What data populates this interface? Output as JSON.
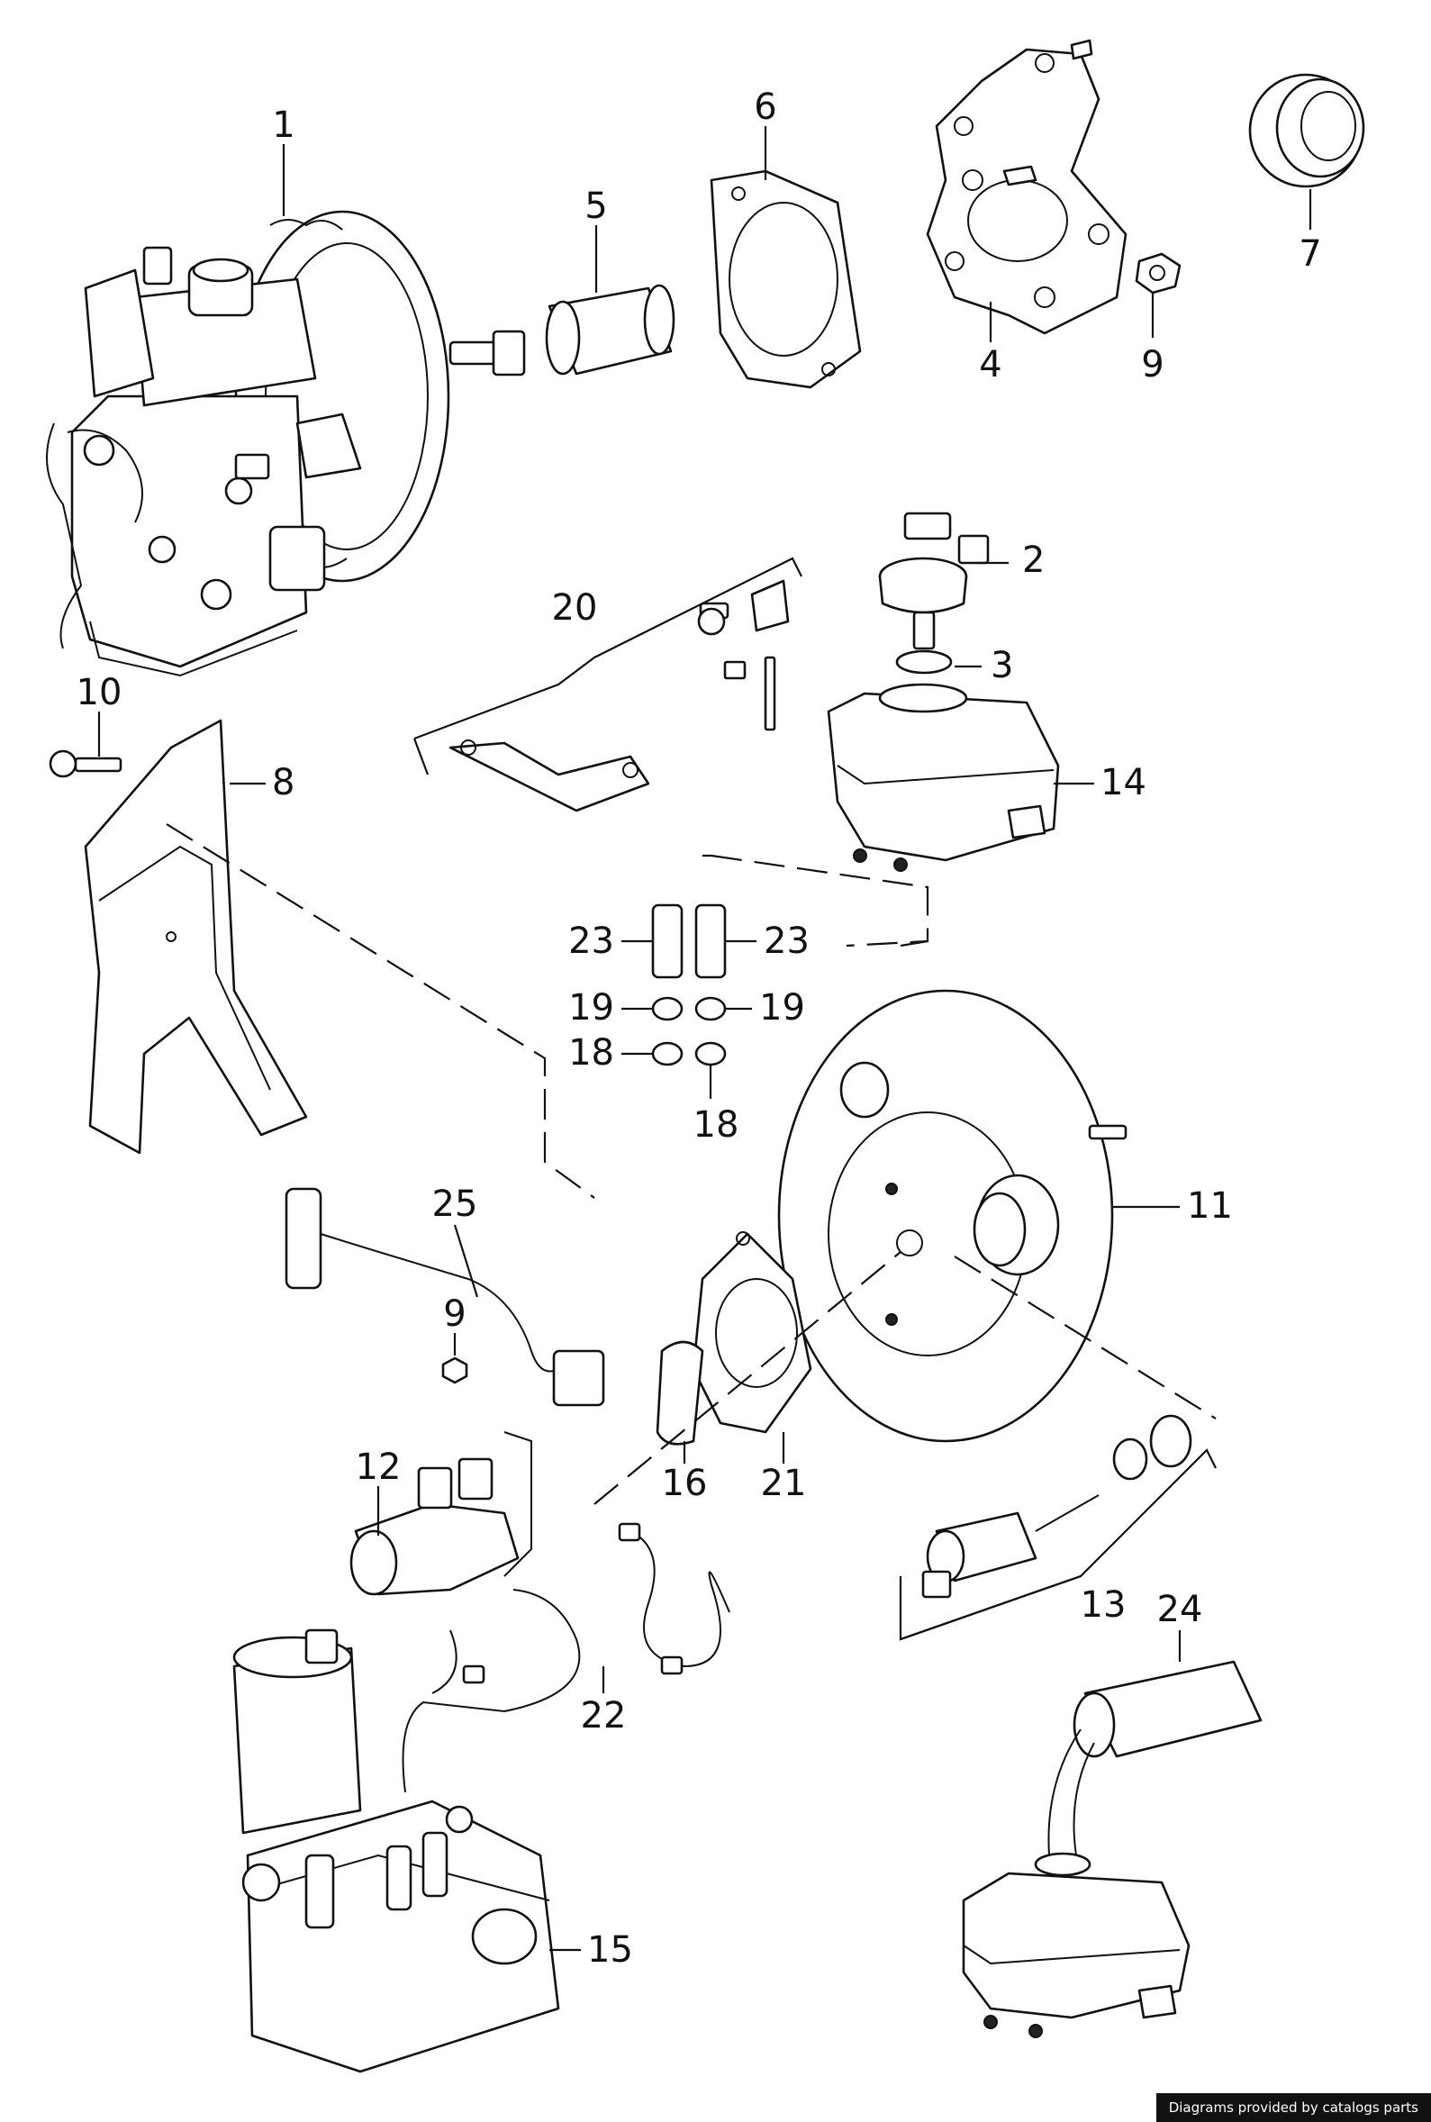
{
  "callouts": [
    {
      "id": "c1",
      "label": "1"
    },
    {
      "id": "c2",
      "label": "2"
    },
    {
      "id": "c3",
      "label": "3"
    },
    {
      "id": "c4",
      "label": "4"
    },
    {
      "id": "c5",
      "label": "5"
    },
    {
      "id": "c6",
      "label": "6"
    },
    {
      "id": "c7",
      "label": "7"
    },
    {
      "id": "c8",
      "label": "8"
    },
    {
      "id": "c9a",
      "label": "9"
    },
    {
      "id": "c9b",
      "label": "9"
    },
    {
      "id": "c10",
      "label": "10"
    },
    {
      "id": "c11",
      "label": "11"
    },
    {
      "id": "c12",
      "label": "12"
    },
    {
      "id": "c13",
      "label": "13"
    },
    {
      "id": "c14",
      "label": "14"
    },
    {
      "id": "c15",
      "label": "15"
    },
    {
      "id": "c16",
      "label": "16"
    },
    {
      "id": "c18a",
      "label": "18"
    },
    {
      "id": "c18b",
      "label": "18"
    },
    {
      "id": "c19a",
      "label": "19"
    },
    {
      "id": "c19b",
      "label": "19"
    },
    {
      "id": "c20",
      "label": "20"
    },
    {
      "id": "c21",
      "label": "21"
    },
    {
      "id": "c22",
      "label": "22"
    },
    {
      "id": "c23a",
      "label": "23"
    },
    {
      "id": "c23b",
      "label": "23"
    },
    {
      "id": "c24",
      "label": "24"
    },
    {
      "id": "c25",
      "label": "25"
    }
  ],
  "footer": {
    "credit": "Diagrams provided by catalogs parts"
  }
}
